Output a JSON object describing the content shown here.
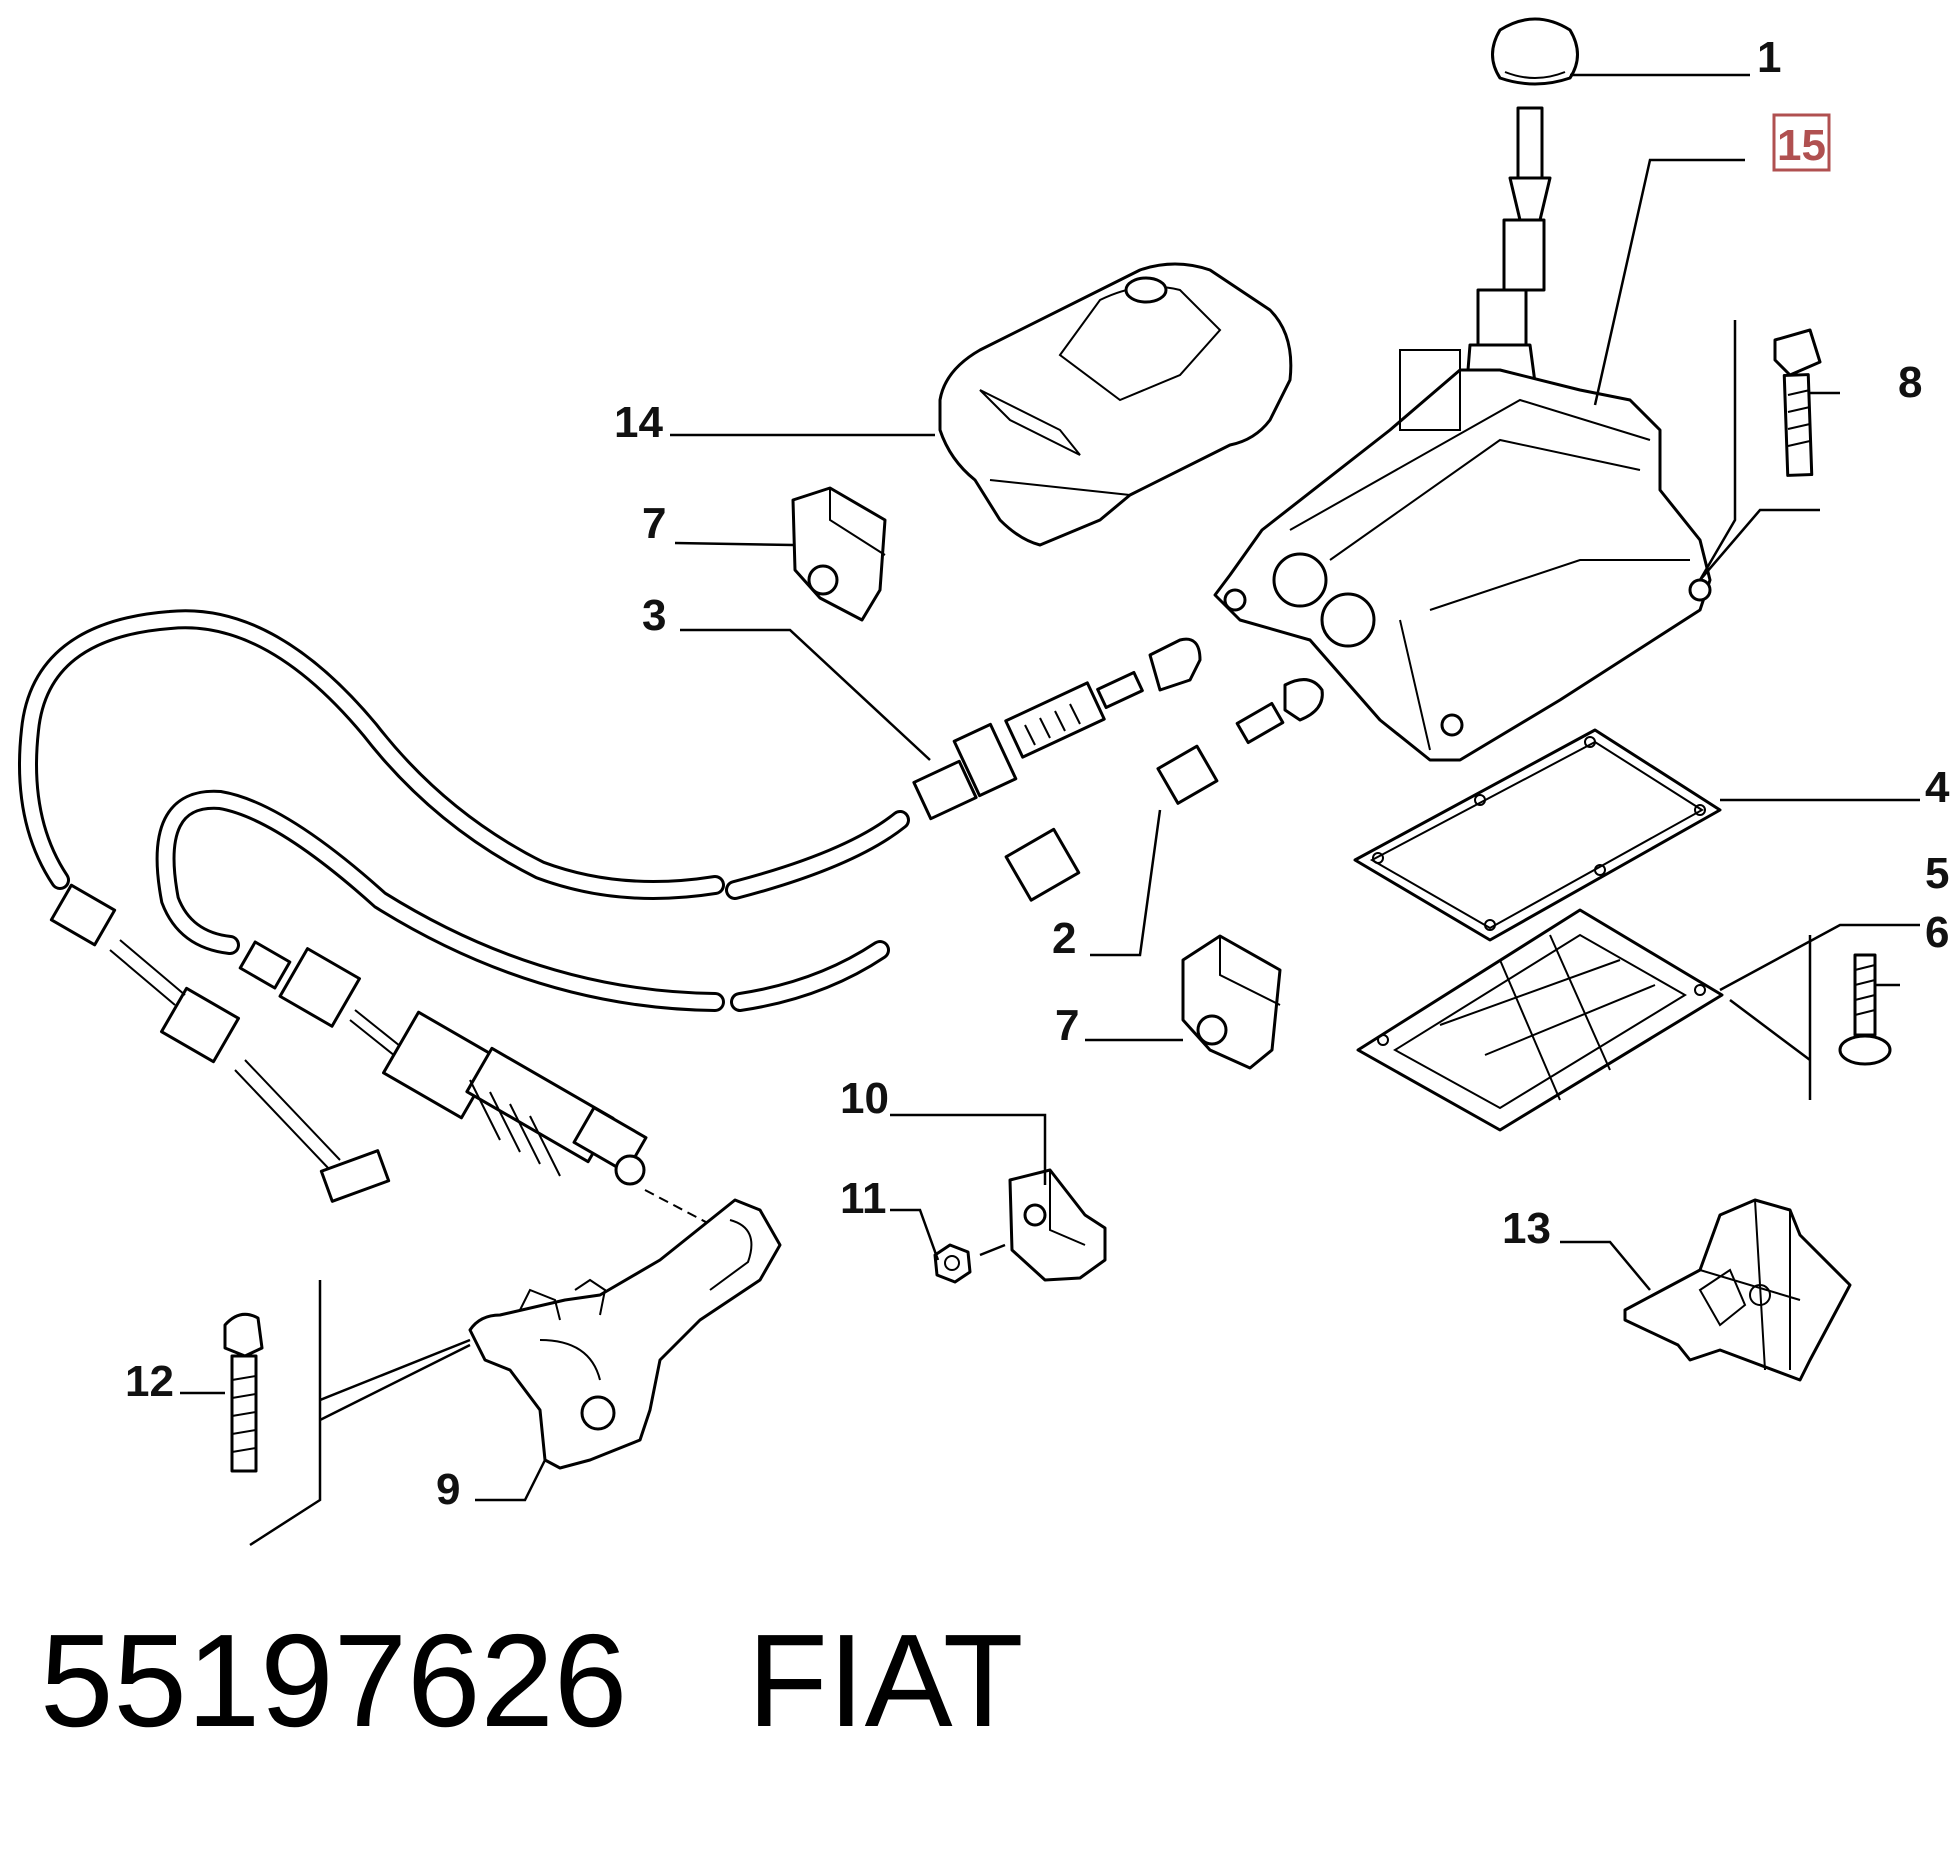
{
  "footer": {
    "part_number": "55197626",
    "brand": "FIAT"
  },
  "callouts": [
    "1",
    "15",
    "14",
    "8",
    "7",
    "3",
    "4",
    "5",
    "2",
    "6",
    "7",
    "10",
    "11",
    "13",
    "12",
    "9"
  ],
  "highlight_color": "#b05050"
}
